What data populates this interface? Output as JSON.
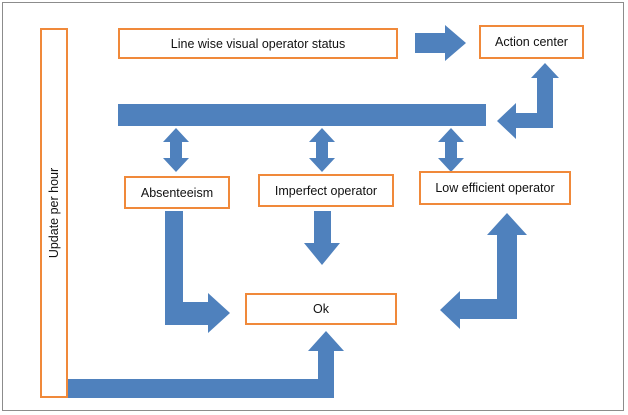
{
  "diagram": {
    "nodes": {
      "line_status": "Line wise visual operator status",
      "action_center": "Action center",
      "update_per_hour": "Update per hour",
      "absenteeism": "Absenteeism",
      "imperfect_operator": "Imperfect operator",
      "low_efficient_operator": "Low efficient operator",
      "ok": "Ok"
    },
    "colors": {
      "arrow": "#4f81bd",
      "box_border": "#f0893a",
      "frame": "#8c8c8c",
      "text": "#111111"
    }
  }
}
